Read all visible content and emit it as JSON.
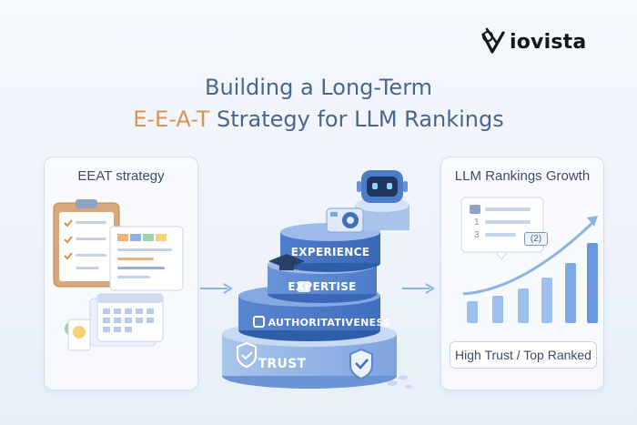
{
  "brand": {
    "name": "iovista"
  },
  "title": {
    "line1": "Building a Long-Term",
    "line2_accent": "E-E-A-T",
    "line2_rest": " Strategy for LLM Rankings"
  },
  "left_panel": {
    "title": "EEAT strategy"
  },
  "pyramid": {
    "tiers": [
      "EXPERIENCE",
      "EXPERTISE",
      "AUTHORITATIVENESS",
      "TRUST"
    ]
  },
  "right_panel": {
    "title": "LLM Rankings Growth",
    "list_numbers": [
      "1",
      "3"
    ],
    "rank_badge": "(2)",
    "badge": "High Trust / Top Ranked"
  },
  "colors": {
    "accent": "#d59554",
    "title": "#4b6591",
    "tier_dark": "#3f6fc0",
    "tier_light": "#8fb2e6"
  }
}
